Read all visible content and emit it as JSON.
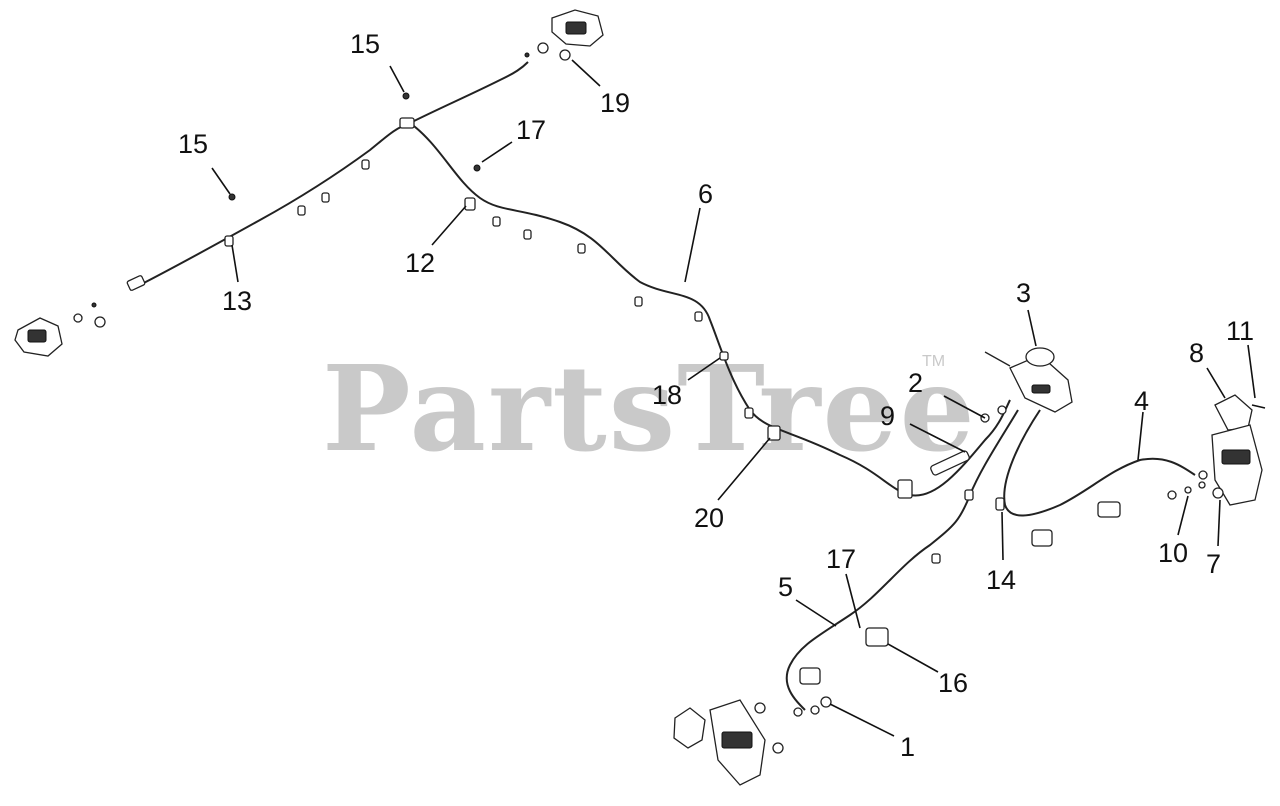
{
  "watermark": {
    "text": "PartsTree",
    "trademark": "TM"
  },
  "callouts": [
    {
      "label": "15"
    },
    {
      "label": "19"
    },
    {
      "label": "15"
    },
    {
      "label": "17"
    },
    {
      "label": "6"
    },
    {
      "label": "12"
    },
    {
      "label": "13"
    },
    {
      "label": "3"
    },
    {
      "label": "11"
    },
    {
      "label": "8"
    },
    {
      "label": "2"
    },
    {
      "label": "18"
    },
    {
      "label": "9"
    },
    {
      "label": "4"
    },
    {
      "label": "20"
    },
    {
      "label": "14"
    },
    {
      "label": "10"
    },
    {
      "label": "7"
    },
    {
      "label": "17"
    },
    {
      "label": "5"
    },
    {
      "label": "16"
    },
    {
      "label": "1"
    }
  ]
}
